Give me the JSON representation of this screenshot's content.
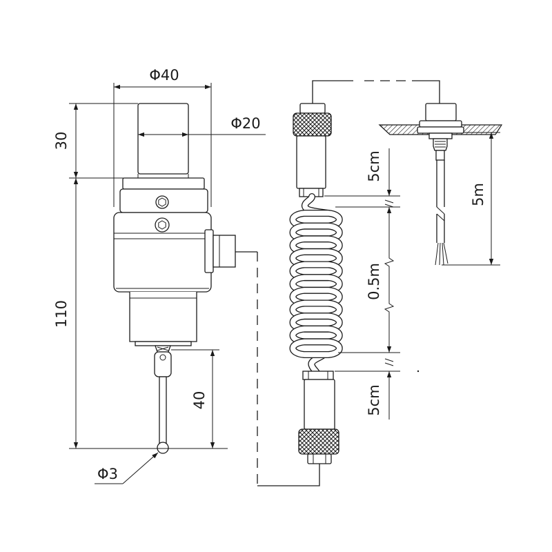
{
  "drawing": {
    "labels": {
      "body_diameter": "Φ40",
      "stem_diameter": "Φ20",
      "stem_height": "30",
      "total_height": "110",
      "stylus_length": "40",
      "ball_diameter": "Φ3",
      "top_cable_offset": "5cm",
      "coil_length": "0.5m",
      "bottom_cable_offset": "5cm",
      "cable_length": "5m"
    },
    "colors": {
      "line": "#1a1a1a",
      "background": "#ffffff"
    }
  }
}
